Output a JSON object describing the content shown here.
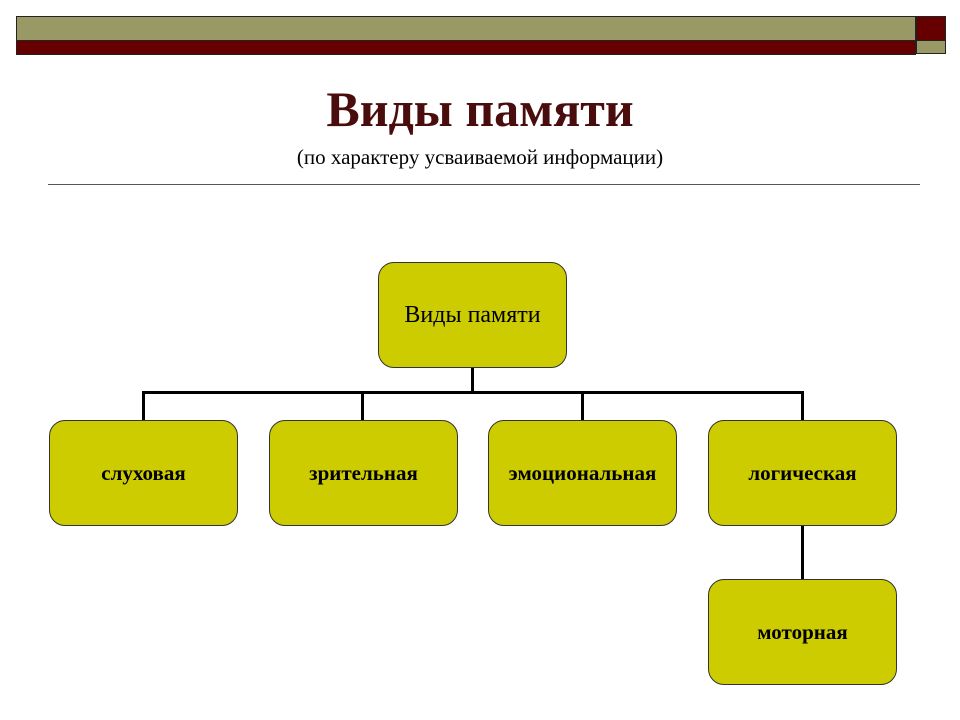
{
  "title": "Виды памяти",
  "subtitle": "(по характеру усваиваемой информации)",
  "colors": {
    "olive": "#999966",
    "dark_red": "#660000",
    "box_fill": "#cccc00",
    "title": "#4a0d0d"
  },
  "diagram": {
    "root": "Виды памяти",
    "children": [
      "слуховая",
      "зрительная",
      "эмоциональная",
      "логическая"
    ],
    "sub_child": "моторная"
  }
}
